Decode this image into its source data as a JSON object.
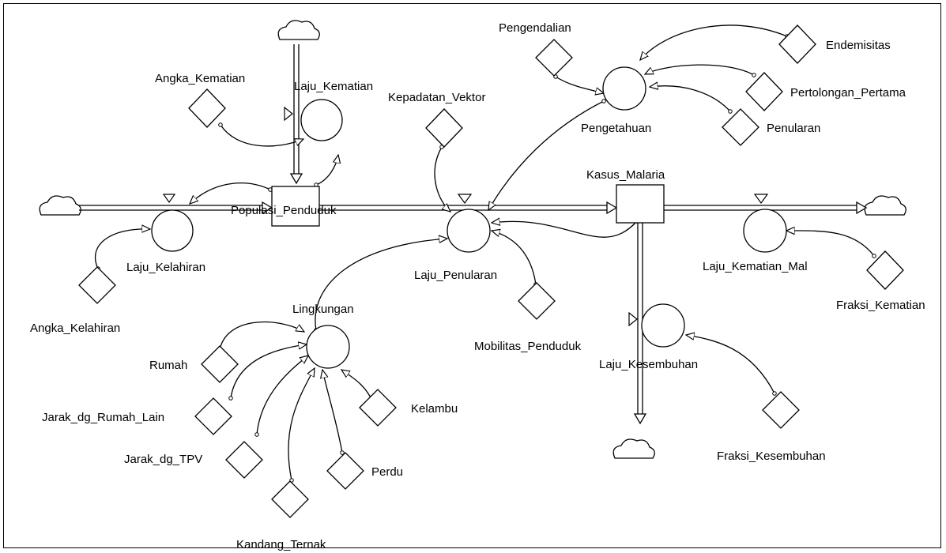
{
  "diagram": {
    "stocks": {
      "populasi": "Populasi_Penduduk",
      "kasus": "Kasus_Malaria"
    },
    "flows": {
      "laju_kelahiran": "Laju_Kelahiran",
      "laju_kematian": "Laju_Kematian",
      "laju_penularan": "Laju_Penularan",
      "laju_kematian_mal": "Laju_Kematian_Mal",
      "laju_kesembuhan": "Laju_Kesembuhan"
    },
    "auxiliaries": {
      "pengetahuan": "Pengetahuan",
      "lingkungan": "Lingkungan"
    },
    "constants": {
      "angka_kematian": "Angka_Kematian",
      "angka_kelahiran": "Angka_Kelahiran",
      "kepadatan_vektor": "Kepadatan_Vektor",
      "pengendalian": "Pengendalian",
      "endemisitas": "Endemisitas",
      "pertolongan_pertama": "Pertolongan_Pertama",
      "penularan": "Penularan",
      "mobilitas_penduduk": "Mobilitas_Penduduk",
      "fraksi_kematian": "Fraksi_Kematian",
      "fraksi_kesembuhan": "Fraksi_Kesembuhan",
      "rumah": "Rumah",
      "jarak_rumah_lain": "Jarak_dg_Rumah_Lain",
      "jarak_tpv": "Jarak_dg_TPV",
      "kandang_ternak": "Kandang_Ternak",
      "perdu": "Perdu",
      "kelambu": "Kelambu"
    }
  }
}
